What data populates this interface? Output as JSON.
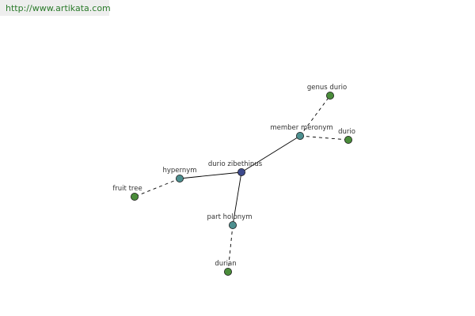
{
  "banner": {
    "url_text": "http://www.artikata.com"
  },
  "colors": {
    "center_node": "#3d4a8c",
    "relation_node": "#4d8f8f",
    "leaf_node": "#4a8c3a",
    "edge": "#000000"
  },
  "graph": {
    "nodes": [
      {
        "id": "center",
        "label": "durio zibethinus",
        "kind": "center"
      },
      {
        "id": "hypernym",
        "label": "hypernym",
        "kind": "relation"
      },
      {
        "id": "member-meronym",
        "label": "member meronym",
        "kind": "relation"
      },
      {
        "id": "part-holonym",
        "label": "part holonym",
        "kind": "relation"
      },
      {
        "id": "fruit-tree",
        "label": "fruit tree",
        "kind": "leaf"
      },
      {
        "id": "genus-durio",
        "label": "genus durio",
        "kind": "leaf"
      },
      {
        "id": "durio",
        "label": "durio",
        "kind": "leaf"
      },
      {
        "id": "durian",
        "label": "durian",
        "kind": "leaf"
      }
    ],
    "edges": [
      {
        "from": "center",
        "to": "hypernym",
        "style": "solid"
      },
      {
        "from": "center",
        "to": "member-meronym",
        "style": "solid"
      },
      {
        "from": "center",
        "to": "part-holonym",
        "style": "solid"
      },
      {
        "from": "hypernym",
        "to": "fruit-tree",
        "style": "dashed"
      },
      {
        "from": "member-meronym",
        "to": "genus-durio",
        "style": "dashed"
      },
      {
        "from": "member-meronym",
        "to": "durio",
        "style": "dashed"
      },
      {
        "from": "part-holonym",
        "to": "durian",
        "style": "dashed"
      }
    ]
  }
}
